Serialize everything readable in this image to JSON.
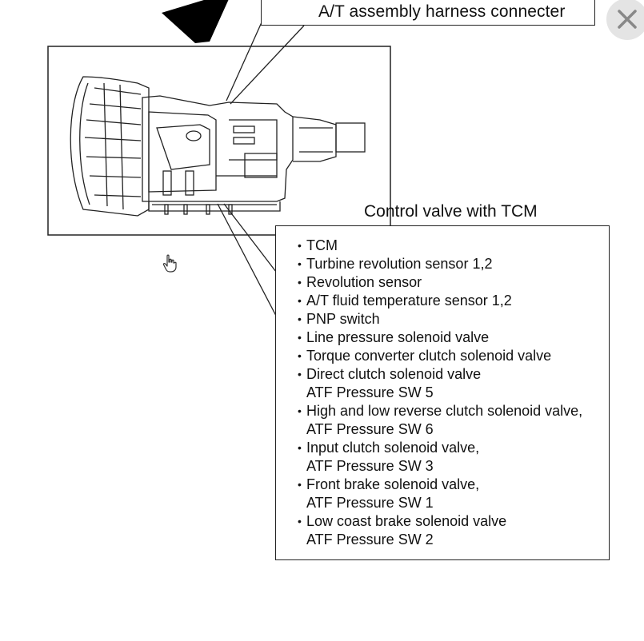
{
  "harness_label": "A/T assembly harness connecter",
  "control_valve_title": "Control valve with TCM",
  "components": [
    {
      "lines": [
        "TCM"
      ]
    },
    {
      "lines": [
        "Turbine revolution sensor 1,2"
      ]
    },
    {
      "lines": [
        "Revolution sensor"
      ]
    },
    {
      "lines": [
        "A/T fluid temperature sensor 1,2"
      ]
    },
    {
      "lines": [
        "PNP switch"
      ]
    },
    {
      "lines": [
        "Line pressure solenoid valve"
      ]
    },
    {
      "lines": [
        "Torque converter clutch solenoid valve"
      ]
    },
    {
      "lines": [
        "Direct clutch solenoid valve",
        "ATF Pressure SW 5"
      ]
    },
    {
      "lines": [
        "High and low reverse clutch solenoid valve,",
        "ATF Pressure SW 6"
      ]
    },
    {
      "lines": [
        "Input clutch solenoid valve,",
        "ATF Pressure SW 3"
      ]
    },
    {
      "lines": [
        "Front brake solenoid valve,",
        "ATF Pressure SW 1"
      ]
    },
    {
      "lines": [
        "Low coast brake solenoid valve",
        "ATF Pressure SW 2"
      ]
    }
  ],
  "bullet": "•",
  "icons": {
    "close": "close-icon",
    "cursor": "hand-cursor-icon",
    "arrow": "arrow-down-icon"
  },
  "colors": {
    "line": "#222222",
    "close_bg": "#e4e4e4",
    "close_x": "#888888"
  }
}
